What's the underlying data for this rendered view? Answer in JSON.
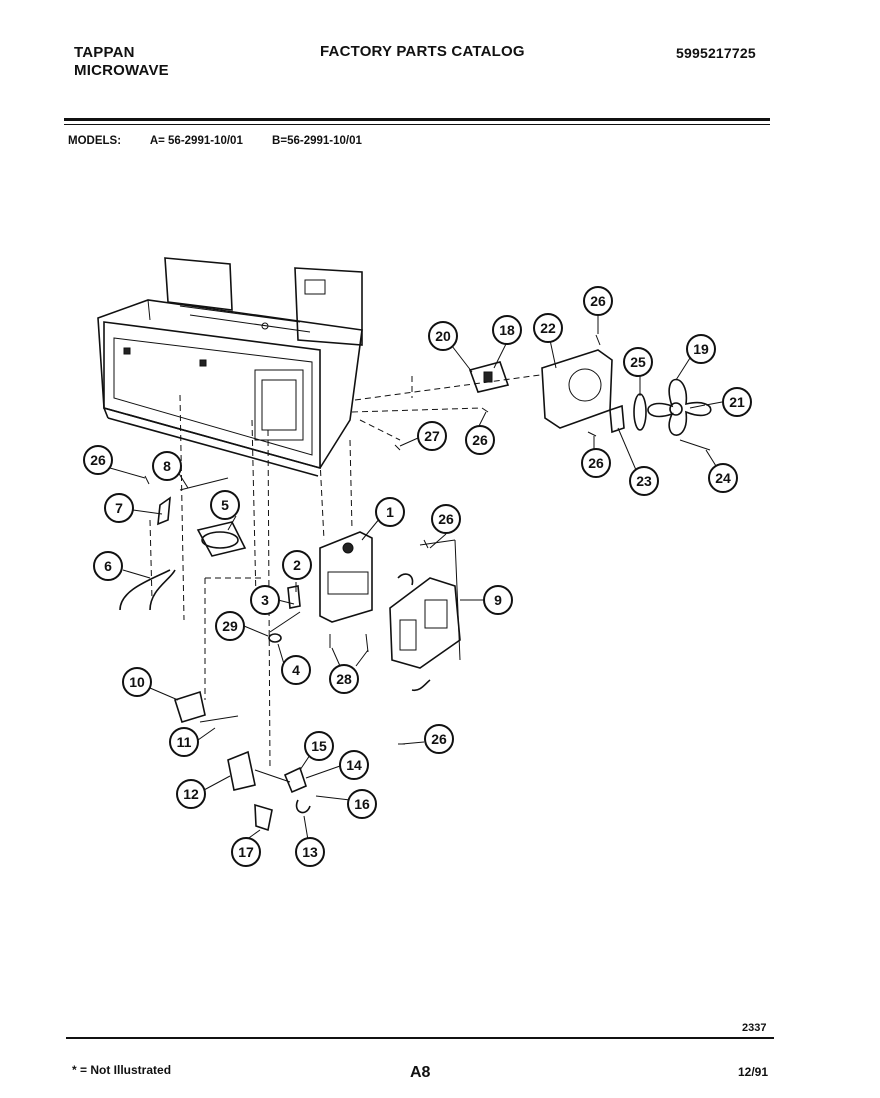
{
  "header": {
    "brand": "TAPPAN",
    "product": "MICROWAVE",
    "title": "FACTORY PARTS CATALOG",
    "catalog_number": "5995217725"
  },
  "models": {
    "label": "MODELS:",
    "a": "A= 56-2991-10/01",
    "b": "B=56-2991-10/01"
  },
  "callouts": [
    "1",
    "2",
    "3",
    "4",
    "5",
    "6",
    "7",
    "8",
    "9",
    "10",
    "11",
    "12",
    "13",
    "14",
    "15",
    "16",
    "17",
    "18",
    "19",
    "20",
    "21",
    "22",
    "23",
    "24",
    "25",
    "26",
    "26",
    "26",
    "26",
    "26",
    "26",
    "27",
    "28",
    "28",
    "29"
  ],
  "footer": {
    "drawing_number": "2337",
    "note": "* = Not Illustrated",
    "page": "A8",
    "date": "12/91"
  }
}
